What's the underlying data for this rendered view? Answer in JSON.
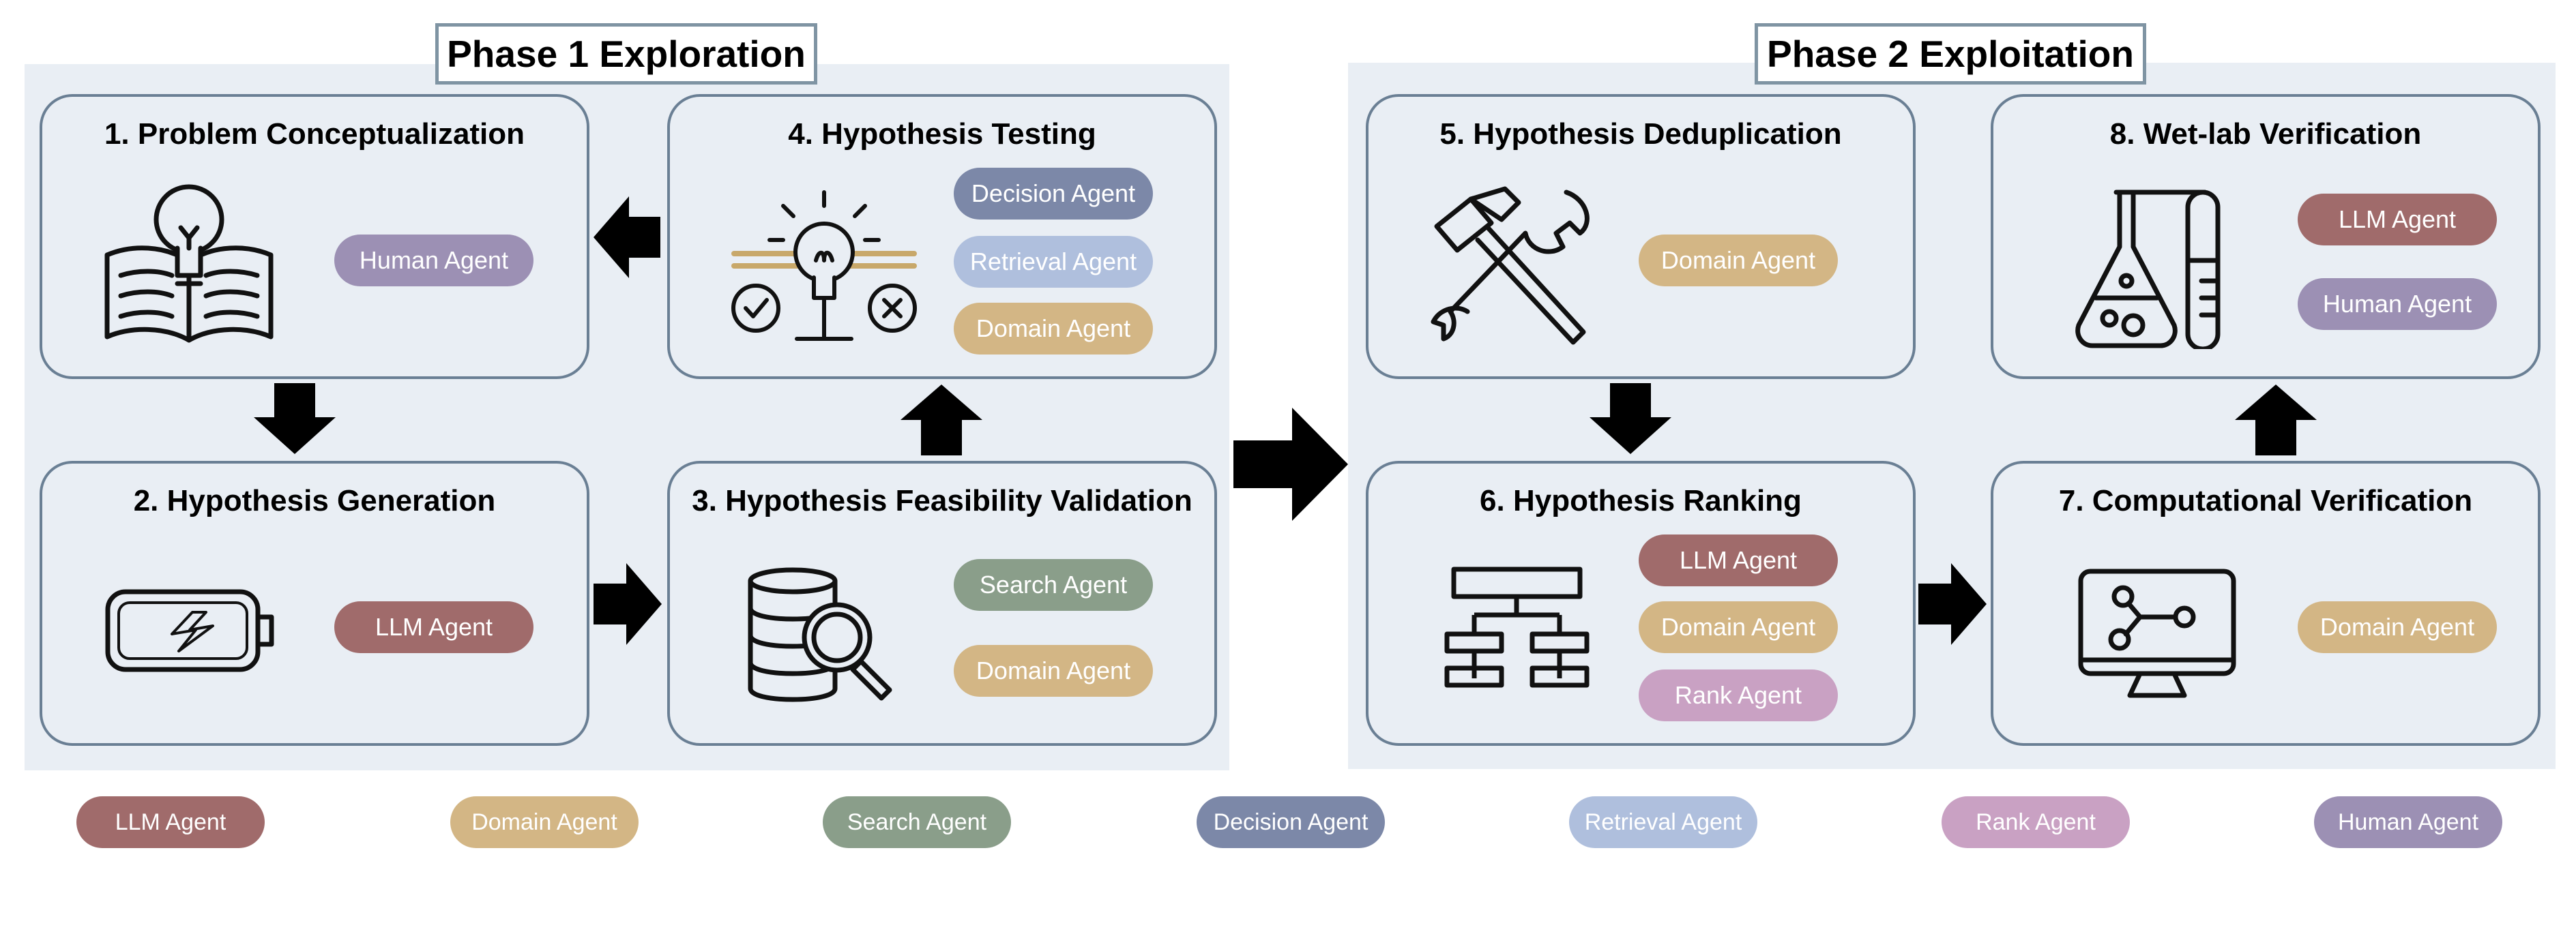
{
  "phases": [
    {
      "title": "Phase 1 Exploration"
    },
    {
      "title": "Phase 2 Exploitation"
    }
  ],
  "steps": [
    {
      "title": "1.  Problem Conceptualization",
      "icon": "book-lightbulb-icon",
      "agents": [
        "Human Agent"
      ]
    },
    {
      "title": "2.  Hypothesis Generation",
      "icon": "battery-icon",
      "agents": [
        "LLM Agent"
      ]
    },
    {
      "title": "3.  Hypothesis Feasibility Validation",
      "icon": "database-search-icon",
      "agents": [
        "Search Agent",
        "Domain Agent"
      ]
    },
    {
      "title": "4.  Hypothesis Testing",
      "icon": "lightbulb-balance-icon",
      "agents": [
        "Decision Agent",
        "Retrieval Agent",
        "Domain Agent"
      ]
    },
    {
      "title": "5.  Hypothesis Deduplication",
      "icon": "hammer-wrench-icon",
      "agents": [
        "Domain Agent"
      ]
    },
    {
      "title": "6.  Hypothesis Ranking",
      "icon": "hierarchy-icon",
      "agents": [
        "LLM Agent",
        "Domain Agent",
        "Rank Agent"
      ]
    },
    {
      "title": "7.  Computational Verification",
      "icon": "monitor-network-icon",
      "agents": [
        "Domain Agent"
      ]
    },
    {
      "title": "8.  Wet-lab Verification",
      "icon": "flask-tube-icon",
      "agents": [
        "LLM Agent",
        "Human Agent"
      ]
    }
  ],
  "legend": [
    "LLM Agent",
    "Domain Agent",
    "Search Agent",
    "Decision Agent",
    "Retrieval Agent",
    "Rank Agent",
    "Human Agent"
  ],
  "colors": {
    "llm": "#a06b6b",
    "domain": "#d3b685",
    "search": "#8a9e8a",
    "decision": "#7c88a8",
    "retrieval": "#afbfdd",
    "rank": "#c9a1c3",
    "human": "#9c90b4",
    "panel": "#e9eef4",
    "border": "#6a7f94"
  }
}
